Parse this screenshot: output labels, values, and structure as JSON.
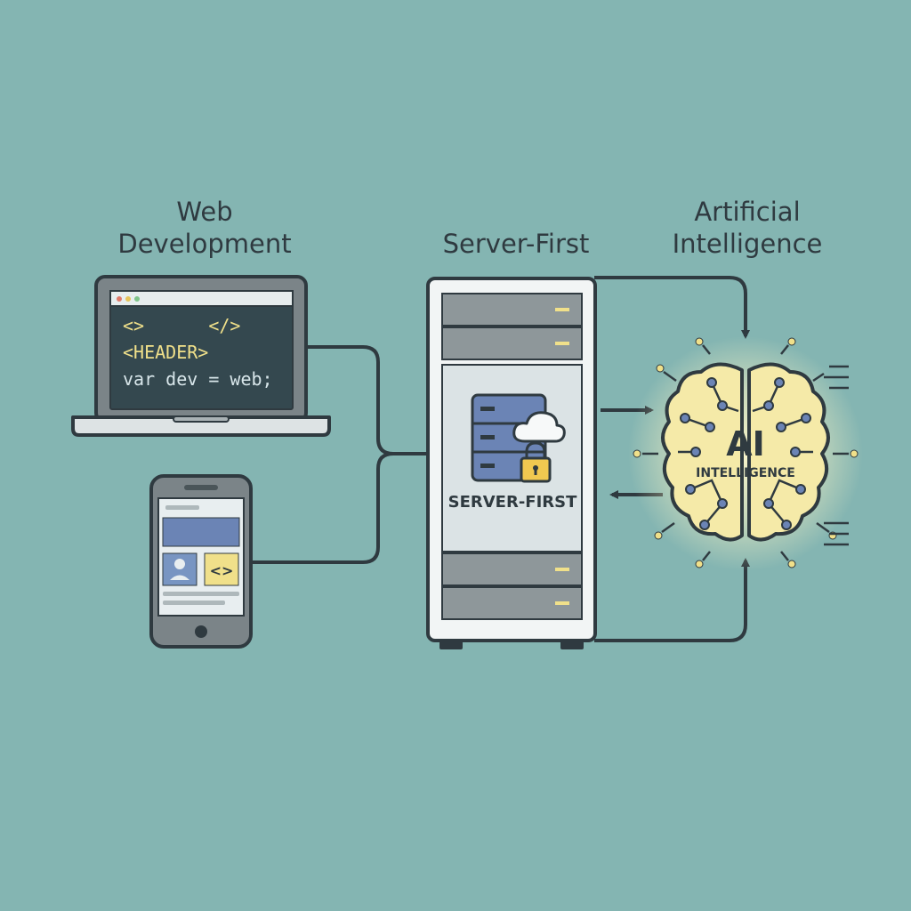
{
  "headings": {
    "web": [
      "Web",
      "Development"
    ],
    "server": "Server-First",
    "ai": [
      "Artificial",
      "Intelligence"
    ]
  },
  "laptop": {
    "code_lines": [
      "<>      </>",
      "<HEADER>",
      "var dev = web;"
    ]
  },
  "phone": {
    "code_icon": "<>"
  },
  "server": {
    "label": "SERVER-FIRST",
    "icons": [
      "server-stack-icon",
      "cloud-icon",
      "padlock-icon"
    ]
  },
  "brain": {
    "label_big": "AI",
    "label_small": "INTELLIGENCE"
  },
  "colors": {
    "background": "#84b5b2",
    "outline": "#2f3a40",
    "code_yellow": "#f0e08a",
    "screen_dark": "#34484f",
    "brain_fill": "#f5eaa8",
    "accent_blue": "#6b84b5"
  }
}
